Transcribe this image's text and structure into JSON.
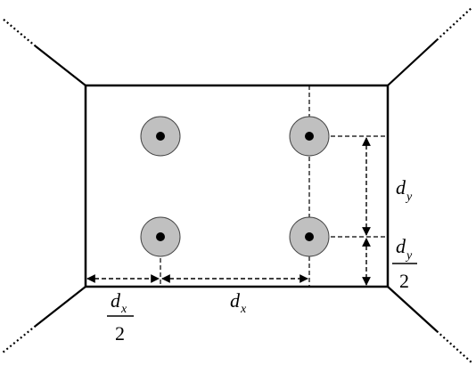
{
  "labels": {
    "dx": "d",
    "dx_sub": "x",
    "dy": "d",
    "dy_sub": "y",
    "half_num_x": "d",
    "half_num_x_sub": "x",
    "half_den_x": "2",
    "half_num_y": "d",
    "half_num_y_sub": "y",
    "half_den_y": "2"
  },
  "colors": {
    "line": "#000000",
    "pile_fill": "#c0c0c0",
    "pile_core": "#000000"
  }
}
